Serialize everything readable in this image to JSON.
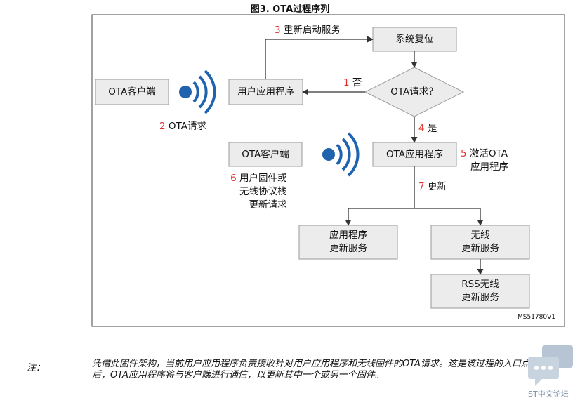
{
  "title": "图3. OTA过程序列",
  "boxes": {
    "system_reset": "系统复位",
    "ota_request_decision": "OTA请求？",
    "user_app": "用户应用程序",
    "ota_client_1": "OTA客户端",
    "ota_client_2": "OTA客户端",
    "ota_app": "OTA应用程序",
    "app_update_service": [
      "应用程序",
      "更新服务"
    ],
    "wireless_update_service": [
      "无线",
      "更新服务"
    ],
    "rss_wireless_update_service": [
      "RSS无线",
      "更新服务"
    ]
  },
  "labels": {
    "step1": {
      "num": "1",
      "text": " 否"
    },
    "step2": {
      "num": "2",
      "text": " OTA请求"
    },
    "step3": {
      "num": "3",
      "text": " 重新启动服务"
    },
    "step4": {
      "num": "4",
      "text": " 是"
    },
    "step5": {
      "num": "5",
      "text": " 激活OTA",
      "line2": "应用程序"
    },
    "step6": {
      "num": "6",
      "text": " 用户固件或",
      "line2": "无线协议栈",
      "line3": "更新请求"
    },
    "step7": {
      "num": "7",
      "text": " 更新"
    }
  },
  "figure_code": "MS51780V1",
  "note": {
    "label": "注：",
    "text": "凭借此固件架构，当前用户应用程序负责接收针对用户应用程序和无线固件的OTA请求。这是该过程的入口点。然后，OTA应用程序将与客户端进行通信，以更新其中一个或另一个固件。"
  },
  "watermark": "ST中文论坛",
  "colors": {
    "accent_number": "#e0312d",
    "box_fill": "#ececec",
    "box_stroke": "#9a9a9a",
    "wireless_blue": "#1f63ae"
  },
  "icons": [
    "wireless-signal-icon",
    "wireless-signal-icon"
  ]
}
